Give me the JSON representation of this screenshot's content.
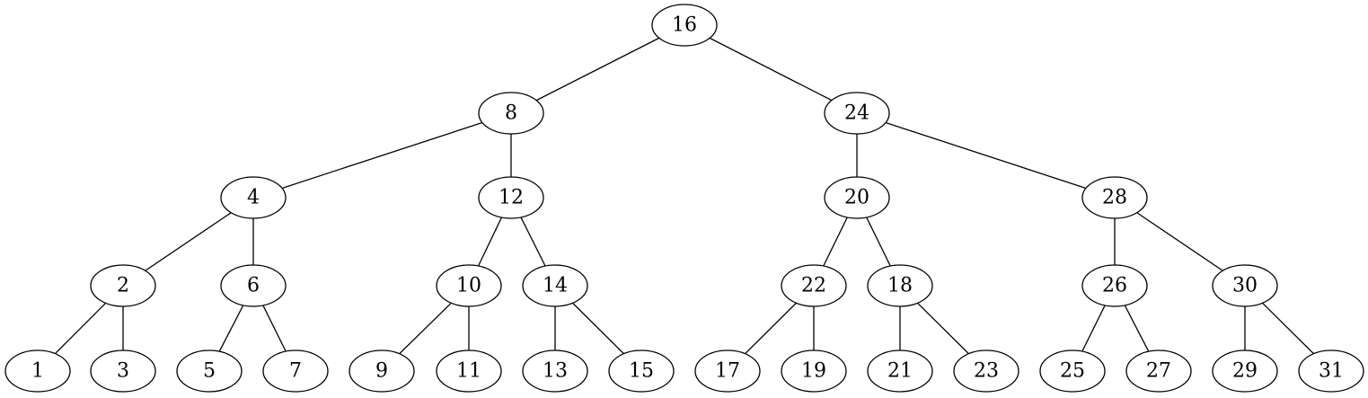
{
  "diagram": {
    "type": "binary-tree",
    "nodes": [
      "16",
      "8",
      "24",
      "4",
      "12",
      "20",
      "28",
      "2",
      "6",
      "10",
      "14",
      "22",
      "18",
      "26",
      "30",
      "1",
      "3",
      "5",
      "7",
      "9",
      "11",
      "13",
      "15",
      "17",
      "19",
      "21",
      "23",
      "25",
      "27",
      "29",
      "31"
    ],
    "edges": [
      [
        "16",
        "8"
      ],
      [
        "16",
        "24"
      ],
      [
        "8",
        "4"
      ],
      [
        "8",
        "12"
      ],
      [
        "24",
        "20"
      ],
      [
        "24",
        "28"
      ],
      [
        "4",
        "2"
      ],
      [
        "4",
        "6"
      ],
      [
        "12",
        "10"
      ],
      [
        "12",
        "14"
      ],
      [
        "20",
        "22"
      ],
      [
        "20",
        "18"
      ],
      [
        "28",
        "26"
      ],
      [
        "28",
        "30"
      ],
      [
        "2",
        "1"
      ],
      [
        "2",
        "3"
      ],
      [
        "6",
        "5"
      ],
      [
        "6",
        "7"
      ],
      [
        "10",
        "9"
      ],
      [
        "10",
        "11"
      ],
      [
        "14",
        "13"
      ],
      [
        "14",
        "15"
      ],
      [
        "22",
        "17"
      ],
      [
        "22",
        "19"
      ],
      [
        "18",
        "21"
      ],
      [
        "18",
        "23"
      ],
      [
        "26",
        "25"
      ],
      [
        "26",
        "27"
      ],
      [
        "30",
        "29"
      ],
      [
        "30",
        "31"
      ]
    ]
  }
}
